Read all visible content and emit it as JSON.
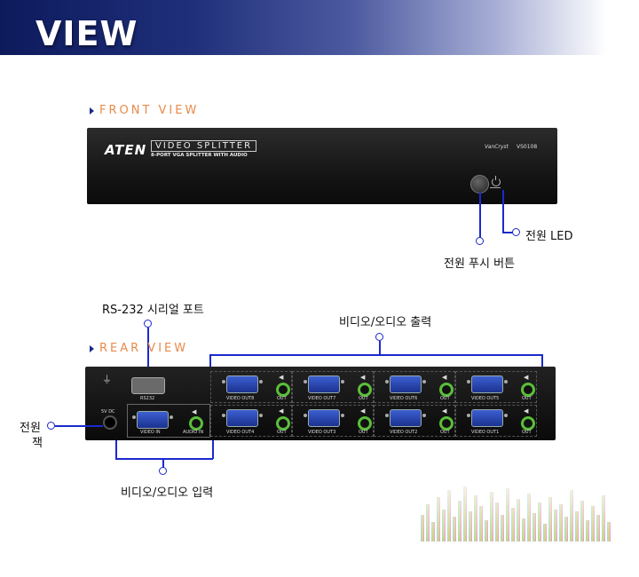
{
  "header": {
    "title": "VIEW"
  },
  "front": {
    "section_label": "FRONT VIEW",
    "brand": "ATEN",
    "product_line": "VIDEO SPLITTER",
    "product_sub": "8-PORT VGA SPLITTER WITH AUDIO",
    "series": "VanCryst",
    "model": "VS0108",
    "power_led_label": "전원 LED",
    "power_button_label": "전원 푸시 버튼"
  },
  "rear": {
    "section_label": "REAR VIEW",
    "rs232_callout": "RS-232 시리얼 포트",
    "output_callout": "비디오/오디오 출력",
    "input_callout": "비디오/오디오 입력",
    "power_jack_callout_line1": "전원",
    "power_jack_callout_line2": "잭",
    "rs232_port_label": "RS232",
    "video_in_label": "VIDEO IN",
    "audio_in_label": "AUDIO IN",
    "out_label": "OUT",
    "outputs_top": [
      "VIDEO OUT8",
      "VIDEO OUT7",
      "VIDEO OUT6",
      "VIDEO OUT5"
    ],
    "outputs_bottom": [
      "VIDEO OUT4",
      "VIDEO OUT3",
      "VIDEO OUT2",
      "VIDEO OUT1"
    ],
    "dc_label": "5V DC"
  }
}
